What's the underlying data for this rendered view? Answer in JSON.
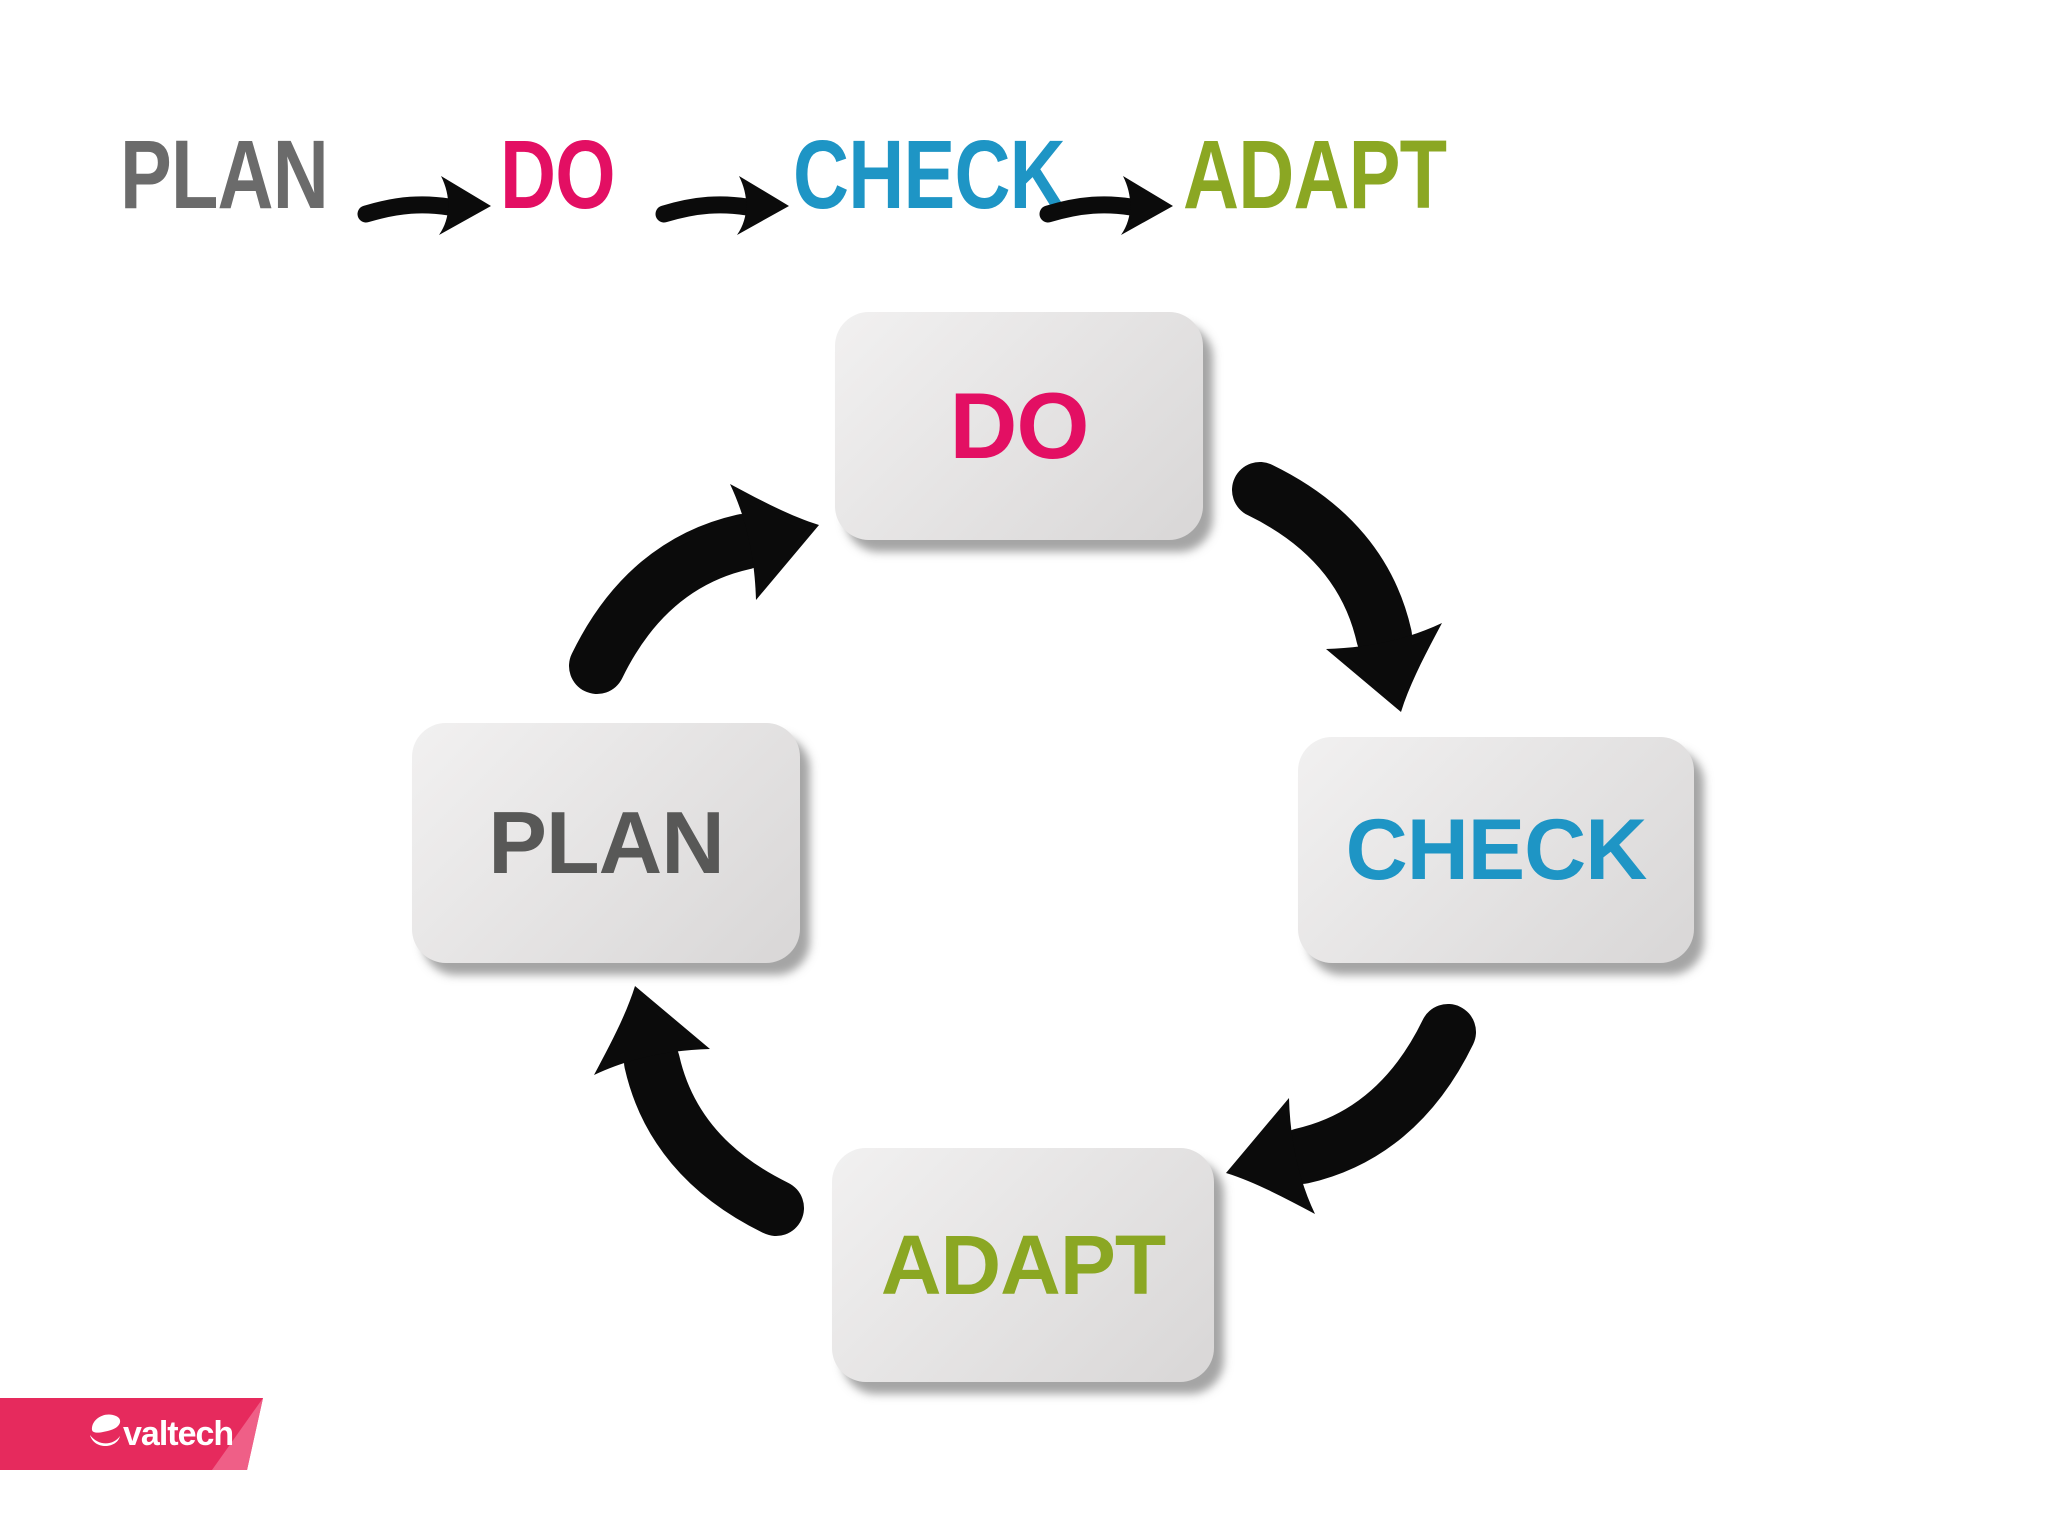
{
  "title_flow": {
    "plan": {
      "label": "PLAN",
      "color": "#6b6b6b"
    },
    "do": {
      "label": "DO",
      "color": "#e30f63"
    },
    "check": {
      "label": "CHECK",
      "color": "#1e95c5"
    },
    "adapt": {
      "label": "ADAPT",
      "color": "#8ba723"
    },
    "arrow_color": "#0b0b0b"
  },
  "cycle": {
    "box_fill": "#e4e2e2",
    "arrow_color": "#0b0b0b",
    "boxes": {
      "do": {
        "label": "DO",
        "color": "#e30f63",
        "position": "top"
      },
      "check": {
        "label": "CHECK",
        "color": "#1e95c5",
        "position": "right"
      },
      "adapt": {
        "label": "ADAPT",
        "color": "#8ba723",
        "position": "bottom"
      },
      "plan": {
        "label": "PLAN",
        "color": "#585857",
        "position": "left"
      }
    },
    "arrows": [
      {
        "from": "DO",
        "to": "CHECK"
      },
      {
        "from": "CHECK",
        "to": "ADAPT"
      },
      {
        "from": "ADAPT",
        "to": "PLAN"
      },
      {
        "from": "PLAN",
        "to": "DO"
      }
    ]
  },
  "footer": {
    "logo_text": "valtech",
    "banner_color": "#e62a5d",
    "banner_fold_color": "#ef5f87",
    "logo_text_color": "#ffffff"
  }
}
